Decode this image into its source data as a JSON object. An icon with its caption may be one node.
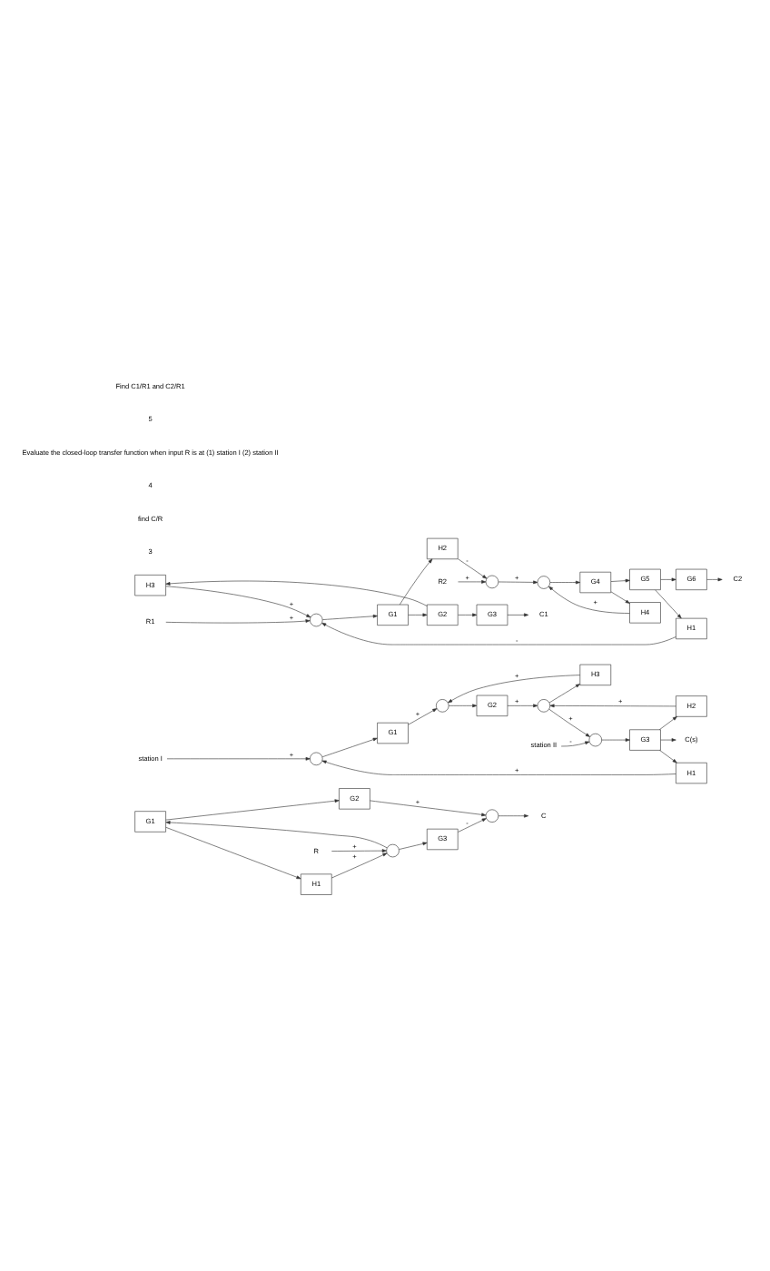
{
  "diagram": {
    "nodes": [
      {
        "text": [
          "G3"
        ]
      },
      {
        "text": [
          "R"
        ]
      },
      {
        "text": [],
        "shape": "circle"
      },
      {
        "text": [
          "G1"
        ]
      },
      {
        "text": [
          "G2"
        ]
      },
      {
        "text": [],
        "shape": "circle"
      },
      {
        "text": [
          "C"
        ]
      },
      {
        "text": [
          "H1"
        ]
      },
      {
        "text": [
          "station I"
        ]
      },
      {
        "text": [
          "H3"
        ]
      },
      {
        "text": [
          "station II"
        ]
      },
      {
        "text": [],
        "shape": "circle"
      },
      {
        "text": [
          "G1"
        ]
      },
      {
        "text": [],
        "shape": "circle"
      },
      {
        "text": [
          "G2"
        ]
      },
      {
        "text": [],
        "shape": "circle"
      },
      {
        "text": [],
        "shape": "circle"
      },
      {
        "text": [
          "G3"
        ]
      },
      {
        "text": [
          "C(s)"
        ]
      },
      {
        "text": [
          "H2"
        ]
      },
      {
        "text": [
          "H1"
        ]
      },
      {
        "text": [
          "H3"
        ]
      },
      {
        "text": [
          "R1"
        ]
      },
      {
        "text": [],
        "shape": "circle"
      },
      {
        "text": [
          "G1"
        ]
      },
      {
        "text": [
          "G2"
        ]
      },
      {
        "text": [
          "G3"
        ]
      },
      {
        "text": [
          "C1"
        ]
      },
      {
        "text": [
          "H1"
        ]
      },
      {
        "text": [
          "H2"
        ]
      },
      {
        "text": [
          "R2"
        ]
      },
      {
        "text": [],
        "shape": "circle"
      },
      {
        "text": [],
        "shape": "circle"
      },
      {
        "text": [
          "G4"
        ]
      },
      {
        "text": [
          "G5"
        ]
      },
      {
        "text": [
          "G6"
        ]
      },
      {
        "text": [
          "C2"
        ]
      },
      {
        "text": [
          "H4"
        ]
      }
    ],
    "edges": [
      {
        "from": 1,
        "to": 2,
        "arrow": "to",
        "label": "+"
      },
      {
        "from": 2,
        "to": 3,
        "arrow": "to"
      },
      {
        "from": 2,
        "to": 0,
        "arrow": "to"
      },
      {
        "from": 3,
        "to": 4,
        "arrow": "to"
      },
      {
        "from": 3,
        "to": 7,
        "arrow": "to"
      },
      {
        "from": 7,
        "to": 2,
        "arrow": "to",
        "label": "+"
      },
      {
        "from": 0,
        "to": 5,
        "arrow": "to",
        "label": "-"
      },
      {
        "from": 4,
        "to": 5,
        "arrow": "to",
        "label": "+"
      },
      {
        "from": 5,
        "to": 6,
        "arrow": "to"
      },
      {
        "from": 8,
        "to": 11,
        "arrow": "to",
        "label": "+"
      },
      {
        "from": 11,
        "to": 12,
        "arrow": "to"
      },
      {
        "from": 12,
        "to": 13,
        "arrow": "to",
        "label": "+"
      },
      {
        "from": 13,
        "to": 14,
        "arrow": "to"
      },
      {
        "from": 14,
        "to": 15,
        "arrow": "to",
        "label": "+"
      },
      {
        "from": 15,
        "to": 16,
        "arrow": "to",
        "label": "+"
      },
      {
        "from": 15,
        "to": 9,
        "arrow": "to"
      },
      {
        "from": 9,
        "to": 13,
        "arrow": "to",
        "label": "+"
      },
      {
        "from": 10,
        "to": 16,
        "arrow": "to",
        "label": "-"
      },
      {
        "from": 16,
        "to": 17,
        "arrow": "to"
      },
      {
        "from": 17,
        "to": 18,
        "arrow": "to"
      },
      {
        "from": 17,
        "to": 19,
        "arrow": "to"
      },
      {
        "from": 19,
        "to": 15,
        "arrow": "to",
        "label": "+"
      },
      {
        "from": 17,
        "to": 20,
        "arrow": "to"
      },
      {
        "from": 20,
        "to": 11,
        "arrow": "to",
        "label": "+"
      },
      {
        "from": 22,
        "to": 23,
        "arrow": "to",
        "label": "+"
      },
      {
        "from": 23,
        "to": 24,
        "arrow": "to"
      },
      {
        "from": 24,
        "to": 25,
        "arrow": "to"
      },
      {
        "from": 24,
        "to": 29,
        "arrow": "to"
      },
      {
        "from": 25,
        "to": 26,
        "arrow": "to"
      },
      {
        "from": 25,
        "to": 21,
        "arrow": "to"
      },
      {
        "from": 21,
        "to": 23,
        "arrow": "to",
        "label": "+"
      },
      {
        "from": 26,
        "to": 27,
        "arrow": "to"
      },
      {
        "from": 28,
        "to": 23,
        "arrow": "to",
        "label": "-"
      },
      {
        "from": 34,
        "to": 28,
        "arrow": "to"
      },
      {
        "from": 34,
        "to": 35,
        "arrow": "to"
      },
      {
        "from": 35,
        "to": 36,
        "arrow": "to"
      },
      {
        "from": 29,
        "to": 31,
        "arrow": "to",
        "label": "-"
      },
      {
        "from": 30,
        "to": 31,
        "arrow": "to",
        "label": "+"
      },
      {
        "from": 31,
        "to": 32,
        "arrow": "to",
        "label": "+"
      },
      {
        "from": 32,
        "to": 33,
        "arrow": "to"
      },
      {
        "from": 33,
        "to": 34,
        "arrow": "to"
      },
      {
        "from": 33,
        "to": 37,
        "arrow": "to"
      },
      {
        "from": 37,
        "to": 32,
        "arrow": "to",
        "label": "+"
      }
    ],
    "labels": [
      "3",
      "find C/R",
      "4",
      "Evaluate the closed-loop transfer function when input R is at (1) station I (2) station II",
      "5",
      "Find C1/R1 and C2/R1"
    ]
  }
}
